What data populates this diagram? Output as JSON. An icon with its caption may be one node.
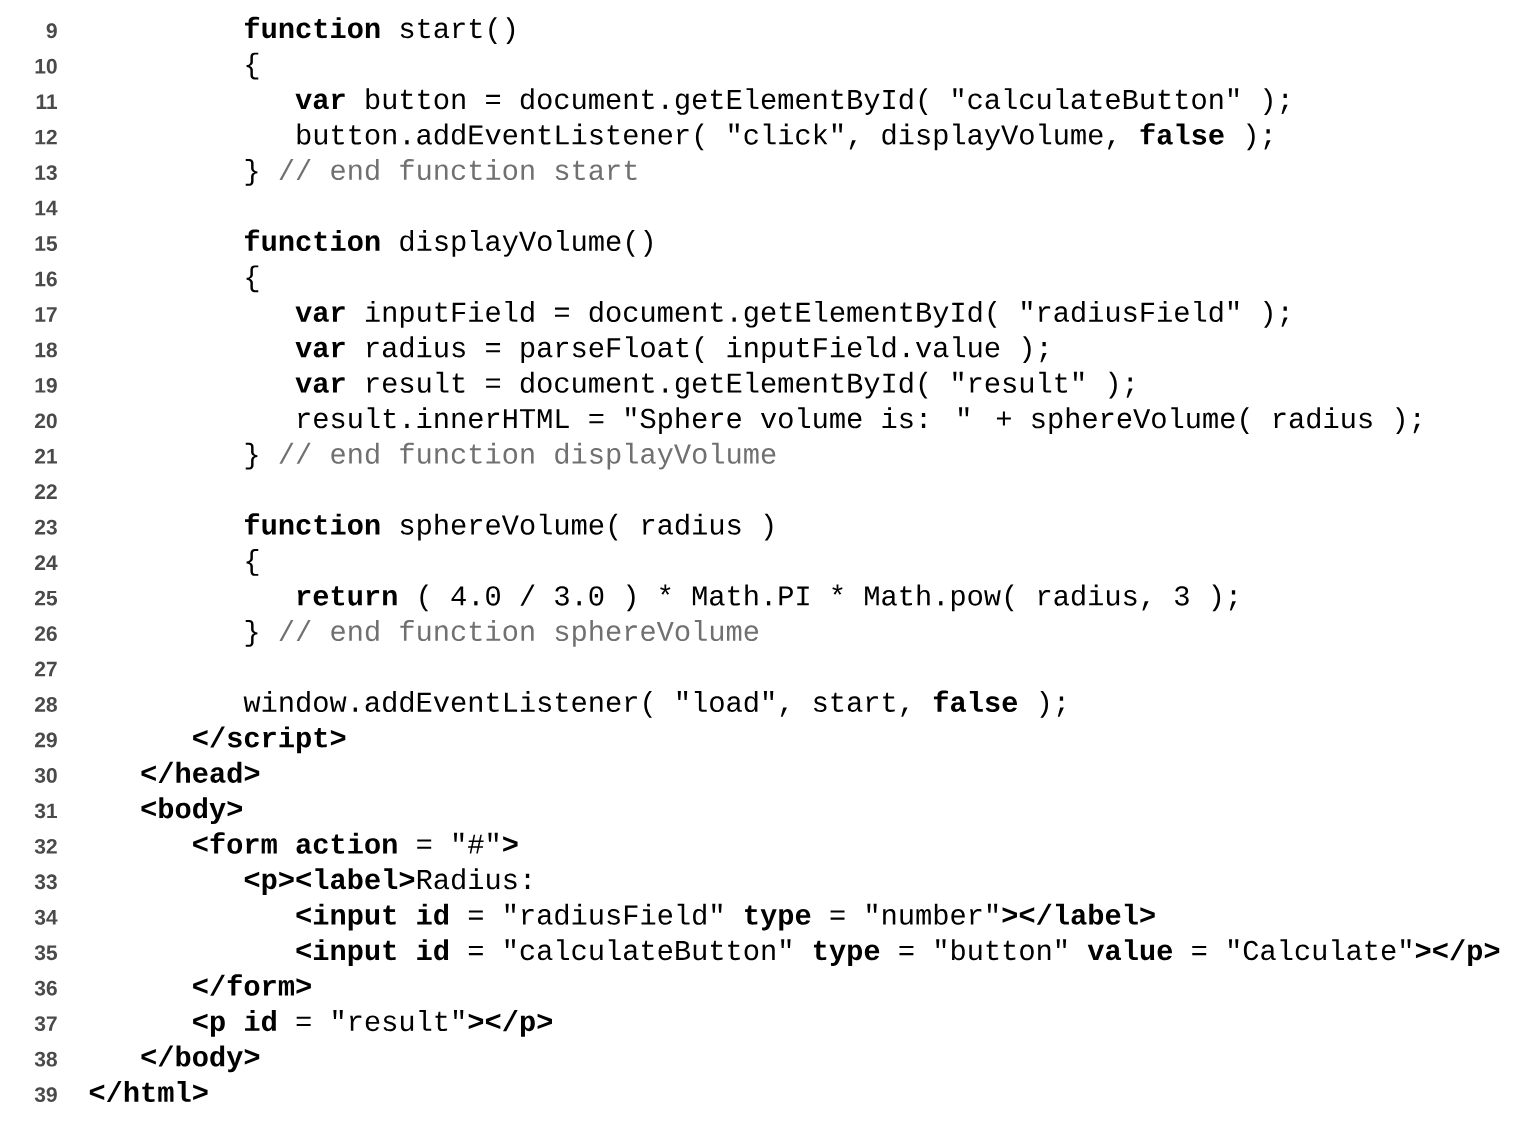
{
  "diagram": {
    "labels": [
      "9",
      "**function** start()",
      "10",
      "{",
      "11",
      "**var** button = document.getElementById( \"calculateButton\" );",
      "12",
      "button.addEventListener( \"click\", displayVolume, **false** );",
      "13",
      "}",
      "// end function start",
      "14",
      "15",
      "**function** displayVolume()",
      "16",
      "{",
      "17",
      "**var** inputField = document.getElementById( \"radiusField\" );",
      "18",
      "**var** radius = parseFloat( inputField.value );",
      "19",
      "**var** result = document.getElementById( \"result\" );",
      "20",
      "result.innerHTML = \"Sphere volume is: \" + sphereVolume( radius );",
      "21",
      "}",
      "// end function displayVolume",
      "22",
      "23",
      "**function** sphereVolume( radius )",
      "24",
      "{",
      "25",
      "**return** ( 4.0 / 3.0 ) *",
      "Math.PI *",
      "Math.pow( radius, 3 );",
      "26",
      "}",
      "// end function sphereVolume",
      "27",
      "28",
      "window.addEventListener( \"load\", start, **false** );",
      "29",
      "</script>",
      "30",
      "</head>",
      "31",
      "<body>",
      "32",
      "**<form action** = \"#\"**>**",
      "33",
      "**<p><label>**Radius:",
      "34",
      "**<input id** = \"radiusField\" **type** = \"number\"**></label>**",
      "35",
      "**<input id** = \"calculateButton\" **type** = \"button\" **value** = \"Calculate\"**></p>**",
      "36",
      "</form>",
      "37",
      "**<p id** = \"result\"**></p>**",
      "38",
      "</body>",
      "39",
      "</html>"
    ]
  }
}
